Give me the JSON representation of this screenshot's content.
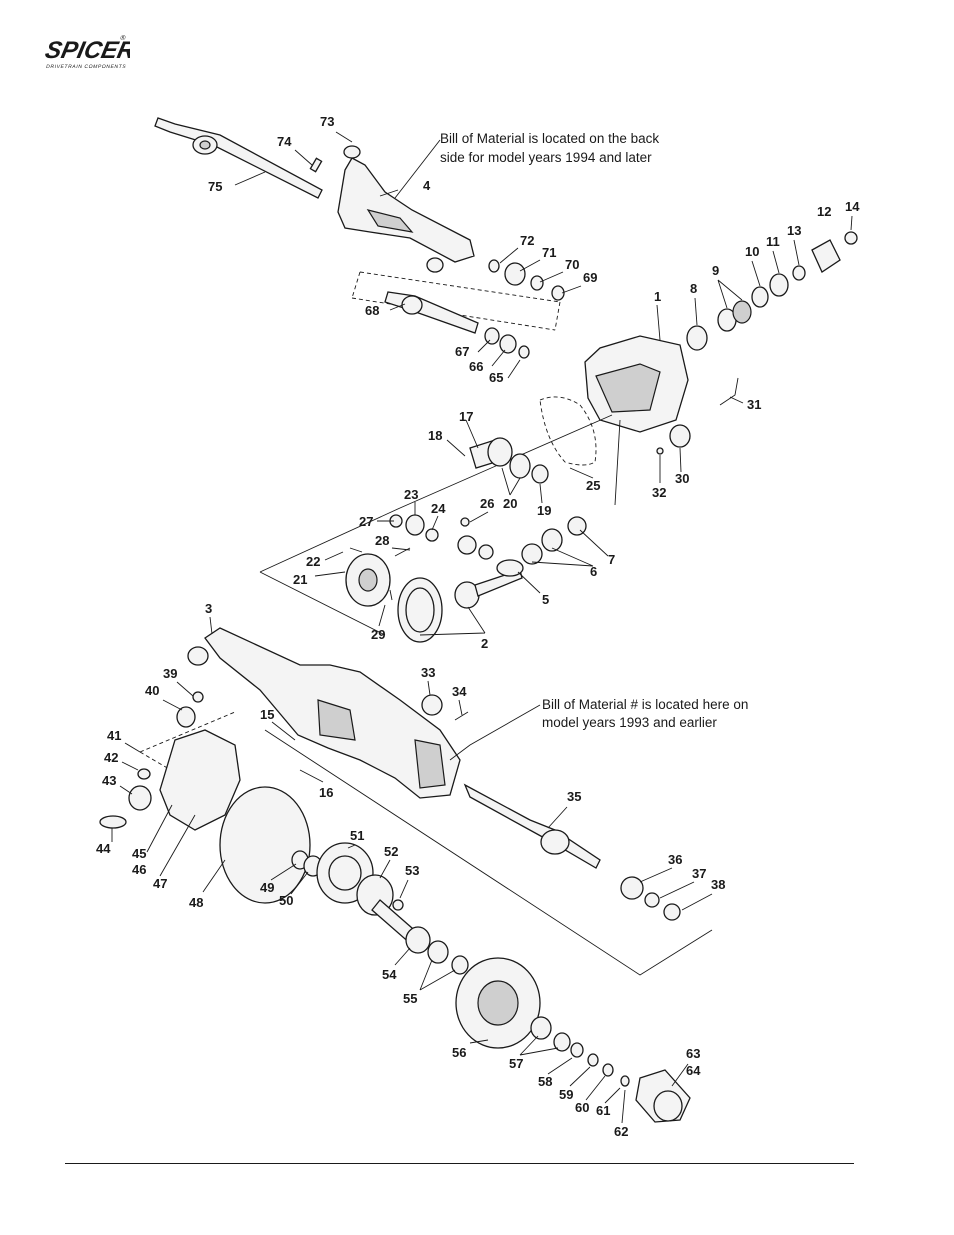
{
  "brand": {
    "name": "SPICER",
    "tagline": "DRIVETRAIN COMPONENTS",
    "registered": "®"
  },
  "notes": {
    "note_1994_line1": "Bill of Material is located on the back",
    "note_1994_line2": "side for model years 1994 and later",
    "note_1993_line1": "Bill of Material # is located here on",
    "note_1993_line2": "model years 1993 and earlier"
  },
  "callouts": [
    "1",
    "2",
    "3",
    "4",
    "5",
    "6",
    "7",
    "8",
    "9",
    "10",
    "11",
    "12",
    "13",
    "14",
    "15",
    "16",
    "17",
    "18",
    "19",
    "20",
    "21",
    "22",
    "23",
    "24",
    "25",
    "26",
    "27",
    "28",
    "29",
    "30",
    "31",
    "32",
    "33",
    "34",
    "35",
    "36",
    "37",
    "38",
    "39",
    "40",
    "41",
    "42",
    "43",
    "44",
    "45",
    "46",
    "47",
    "48",
    "49",
    "50",
    "51",
    "52",
    "53",
    "54",
    "55",
    "56",
    "57",
    "58",
    "59",
    "60",
    "61",
    "62",
    "63",
    "64",
    "65",
    "66",
    "67",
    "68",
    "69",
    "70",
    "71",
    "72",
    "73",
    "74",
    "75"
  ],
  "colors": {
    "ink": "#1a1a1a",
    "paper": "#ffffff"
  }
}
